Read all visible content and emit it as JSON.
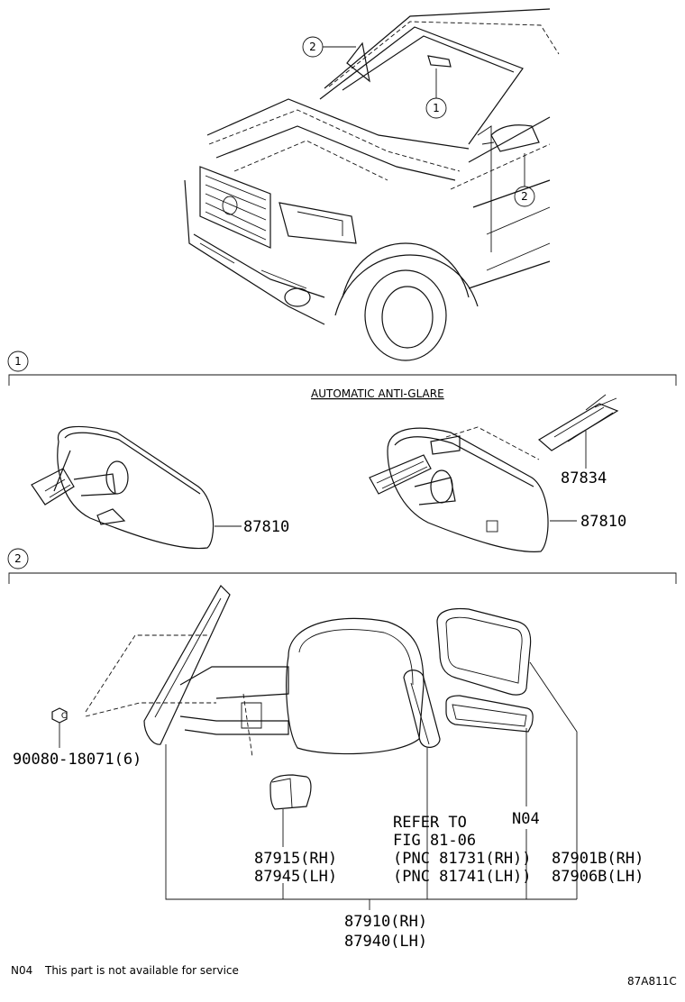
{
  "callouts": {
    "one": "1",
    "two": "2"
  },
  "vehicle": {
    "callout_windshield": "2",
    "callout_mirror": "1",
    "callout_side": "2"
  },
  "section1": {
    "marker": "1",
    "auto_label": "AUTOMATIC ANTI-GLARE",
    "part_left": "87810",
    "part_right": "87810",
    "part_harness": "87834"
  },
  "section2": {
    "marker": "2",
    "bolt": "90080-18071(6)",
    "bolt_marker": "C",
    "cover_rh": "87915(RH)",
    "cover_lh": "87945(LH)",
    "refer_line1": "REFER TO",
    "refer_line2": "FIG 81-06",
    "refer_line3": "(PNC 81731(RH))",
    "refer_line4": "(PNC 81741(LH))",
    "n04": "N04",
    "glass_rh": "87901B(RH)",
    "glass_lh": "87906B(LH)",
    "assy_rh": "87910(RH)",
    "assy_lh": "87940(LH)"
  },
  "footnote": {
    "code": "N04",
    "text": "This part is not available for service"
  },
  "figure_code": "87A811C"
}
